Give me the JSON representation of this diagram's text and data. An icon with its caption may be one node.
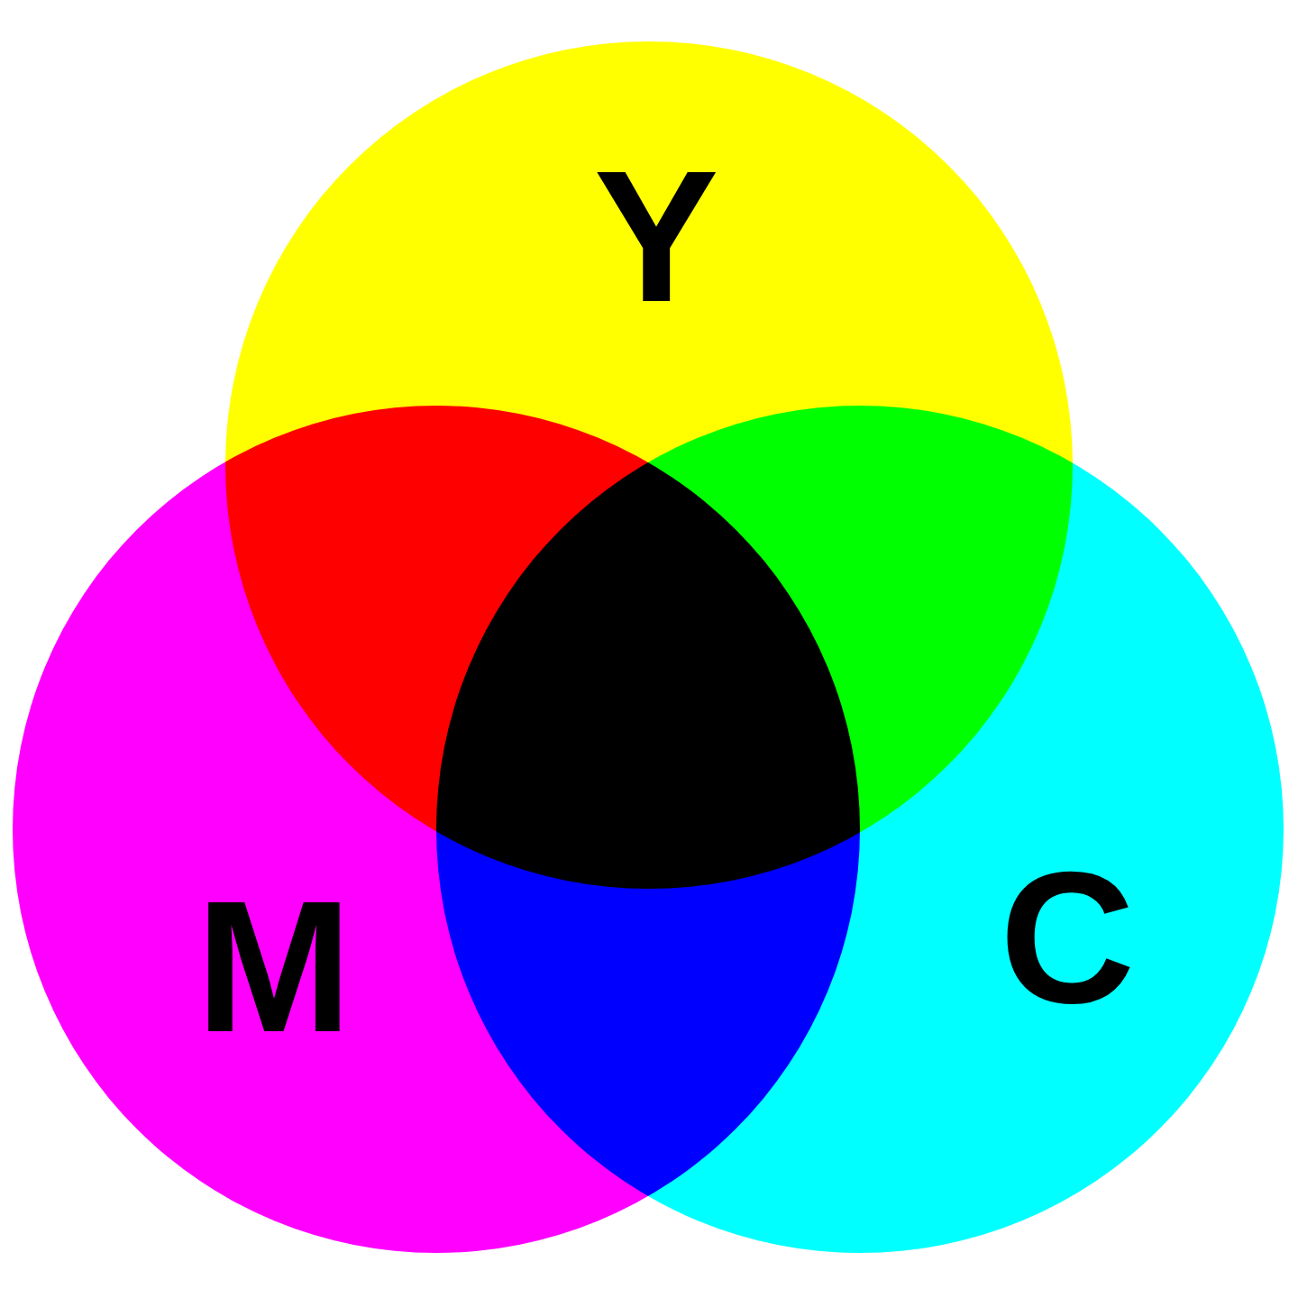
{
  "diagram": {
    "nodes": [
      {
        "text": [
          "Y"
        ]
      },
      {
        "text": [
          "M"
        ]
      },
      {
        "text": [
          "C"
        ]
      }
    ]
  }
}
